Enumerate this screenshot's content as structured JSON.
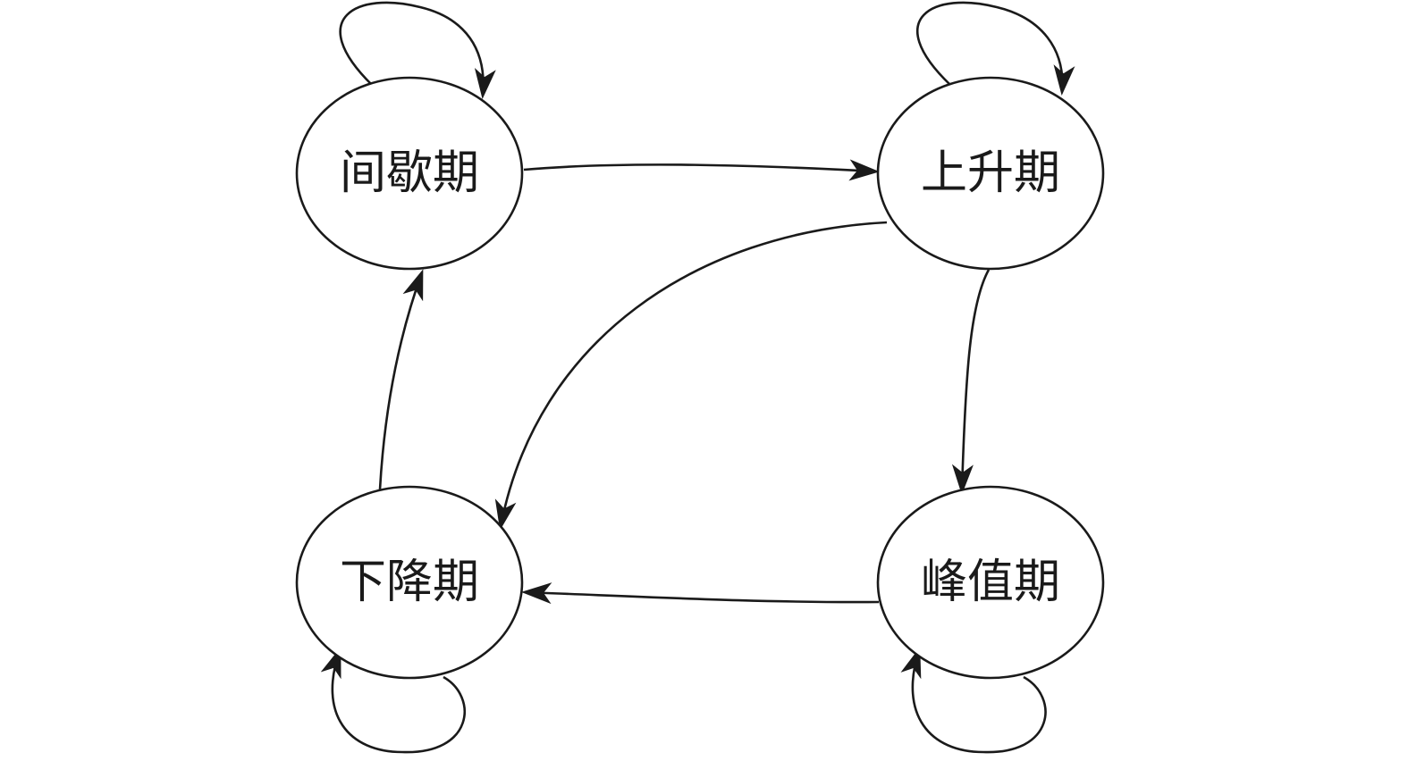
{
  "diagram": {
    "nodes": [
      {
        "id": "intermittent",
        "label": "间歇期"
      },
      {
        "id": "rising",
        "label": "上升期"
      },
      {
        "id": "peak",
        "label": "峰值期"
      },
      {
        "id": "declining",
        "label": "下降期"
      }
    ],
    "edges": [
      {
        "from": "intermittent",
        "to": "intermittent"
      },
      {
        "from": "intermittent",
        "to": "rising"
      },
      {
        "from": "rising",
        "to": "rising"
      },
      {
        "from": "rising",
        "to": "peak"
      },
      {
        "from": "rising",
        "to": "declining"
      },
      {
        "from": "peak",
        "to": "peak"
      },
      {
        "from": "peak",
        "to": "declining"
      },
      {
        "from": "declining",
        "to": "declining"
      },
      {
        "from": "declining",
        "to": "intermittent"
      }
    ],
    "colors": {
      "stroke": "#1a1a1a",
      "background": "#ffffff"
    }
  }
}
